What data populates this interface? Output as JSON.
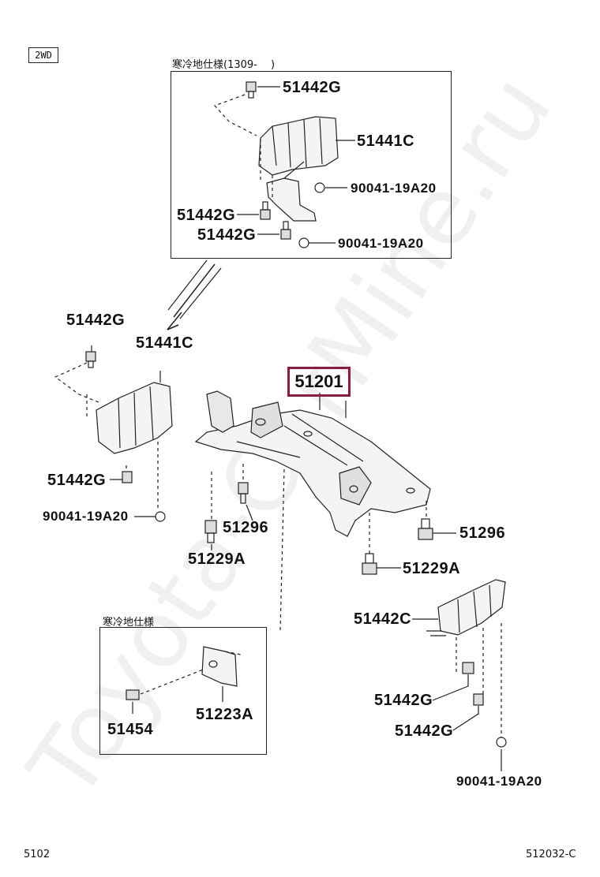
{
  "badge": "2WD",
  "inset_top_caption": "寒冷地仕様(1309-　 )",
  "inset_bottom_caption": "寒冷地仕様",
  "highlight_part": "51201",
  "parts": {
    "p1": "51442G",
    "p2": "51441C",
    "p3": "90041-19A20",
    "p4": "51442G",
    "p5": "51442G",
    "p6": "90041-19A20",
    "p7": "51442G",
    "p8": "51441C",
    "p9": "51442G",
    "p10": "90041-19A20",
    "p11": "51296",
    "p12": "51229A",
    "p13": "51296",
    "p14": "51229A",
    "p15": "51442C",
    "p16": "51442G",
    "p17": "51442G",
    "p18": "90041-19A20",
    "p19": "51454",
    "p20": "51223A"
  },
  "footer_left": "5102",
  "footer_right": "512032-C",
  "watermark": "Toyota-CarMine.ru",
  "colors": {
    "highlight_border": "#8c1c3c",
    "line": "#222222"
  }
}
